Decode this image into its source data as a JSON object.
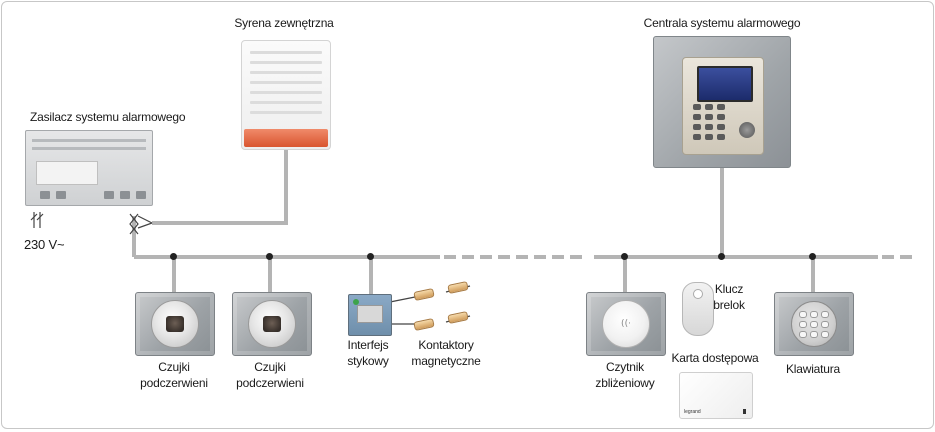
{
  "diagram": {
    "labels": {
      "power_supply": "Zasilacz systemu alarmowego",
      "siren": "Syrena zewnętrzna",
      "central": "Centrala systemu alarmowego",
      "mains": "230 V~",
      "pir_1_line1": "Czujki",
      "pir_1_line2": "podczerwieni",
      "pir_2_line1": "Czujki",
      "pir_2_line2": "podczerwieni",
      "interface_line1": "Interfejs",
      "interface_line2": "stykowy",
      "contacts_line1": "Kontaktory",
      "contacts_line2": "magnetyczne",
      "reader_line1": "Czytnik",
      "reader_line2": "zbliżeniowy",
      "fob_line1": "Klucz",
      "fob_line2": "brelok",
      "card": "Karta dostępowa",
      "keypad": "Klawiatura"
    },
    "card_brand": "legrand",
    "colors": {
      "bus": "#b4b4b4",
      "node": "#222222",
      "text": "#1a1a1a"
    }
  }
}
